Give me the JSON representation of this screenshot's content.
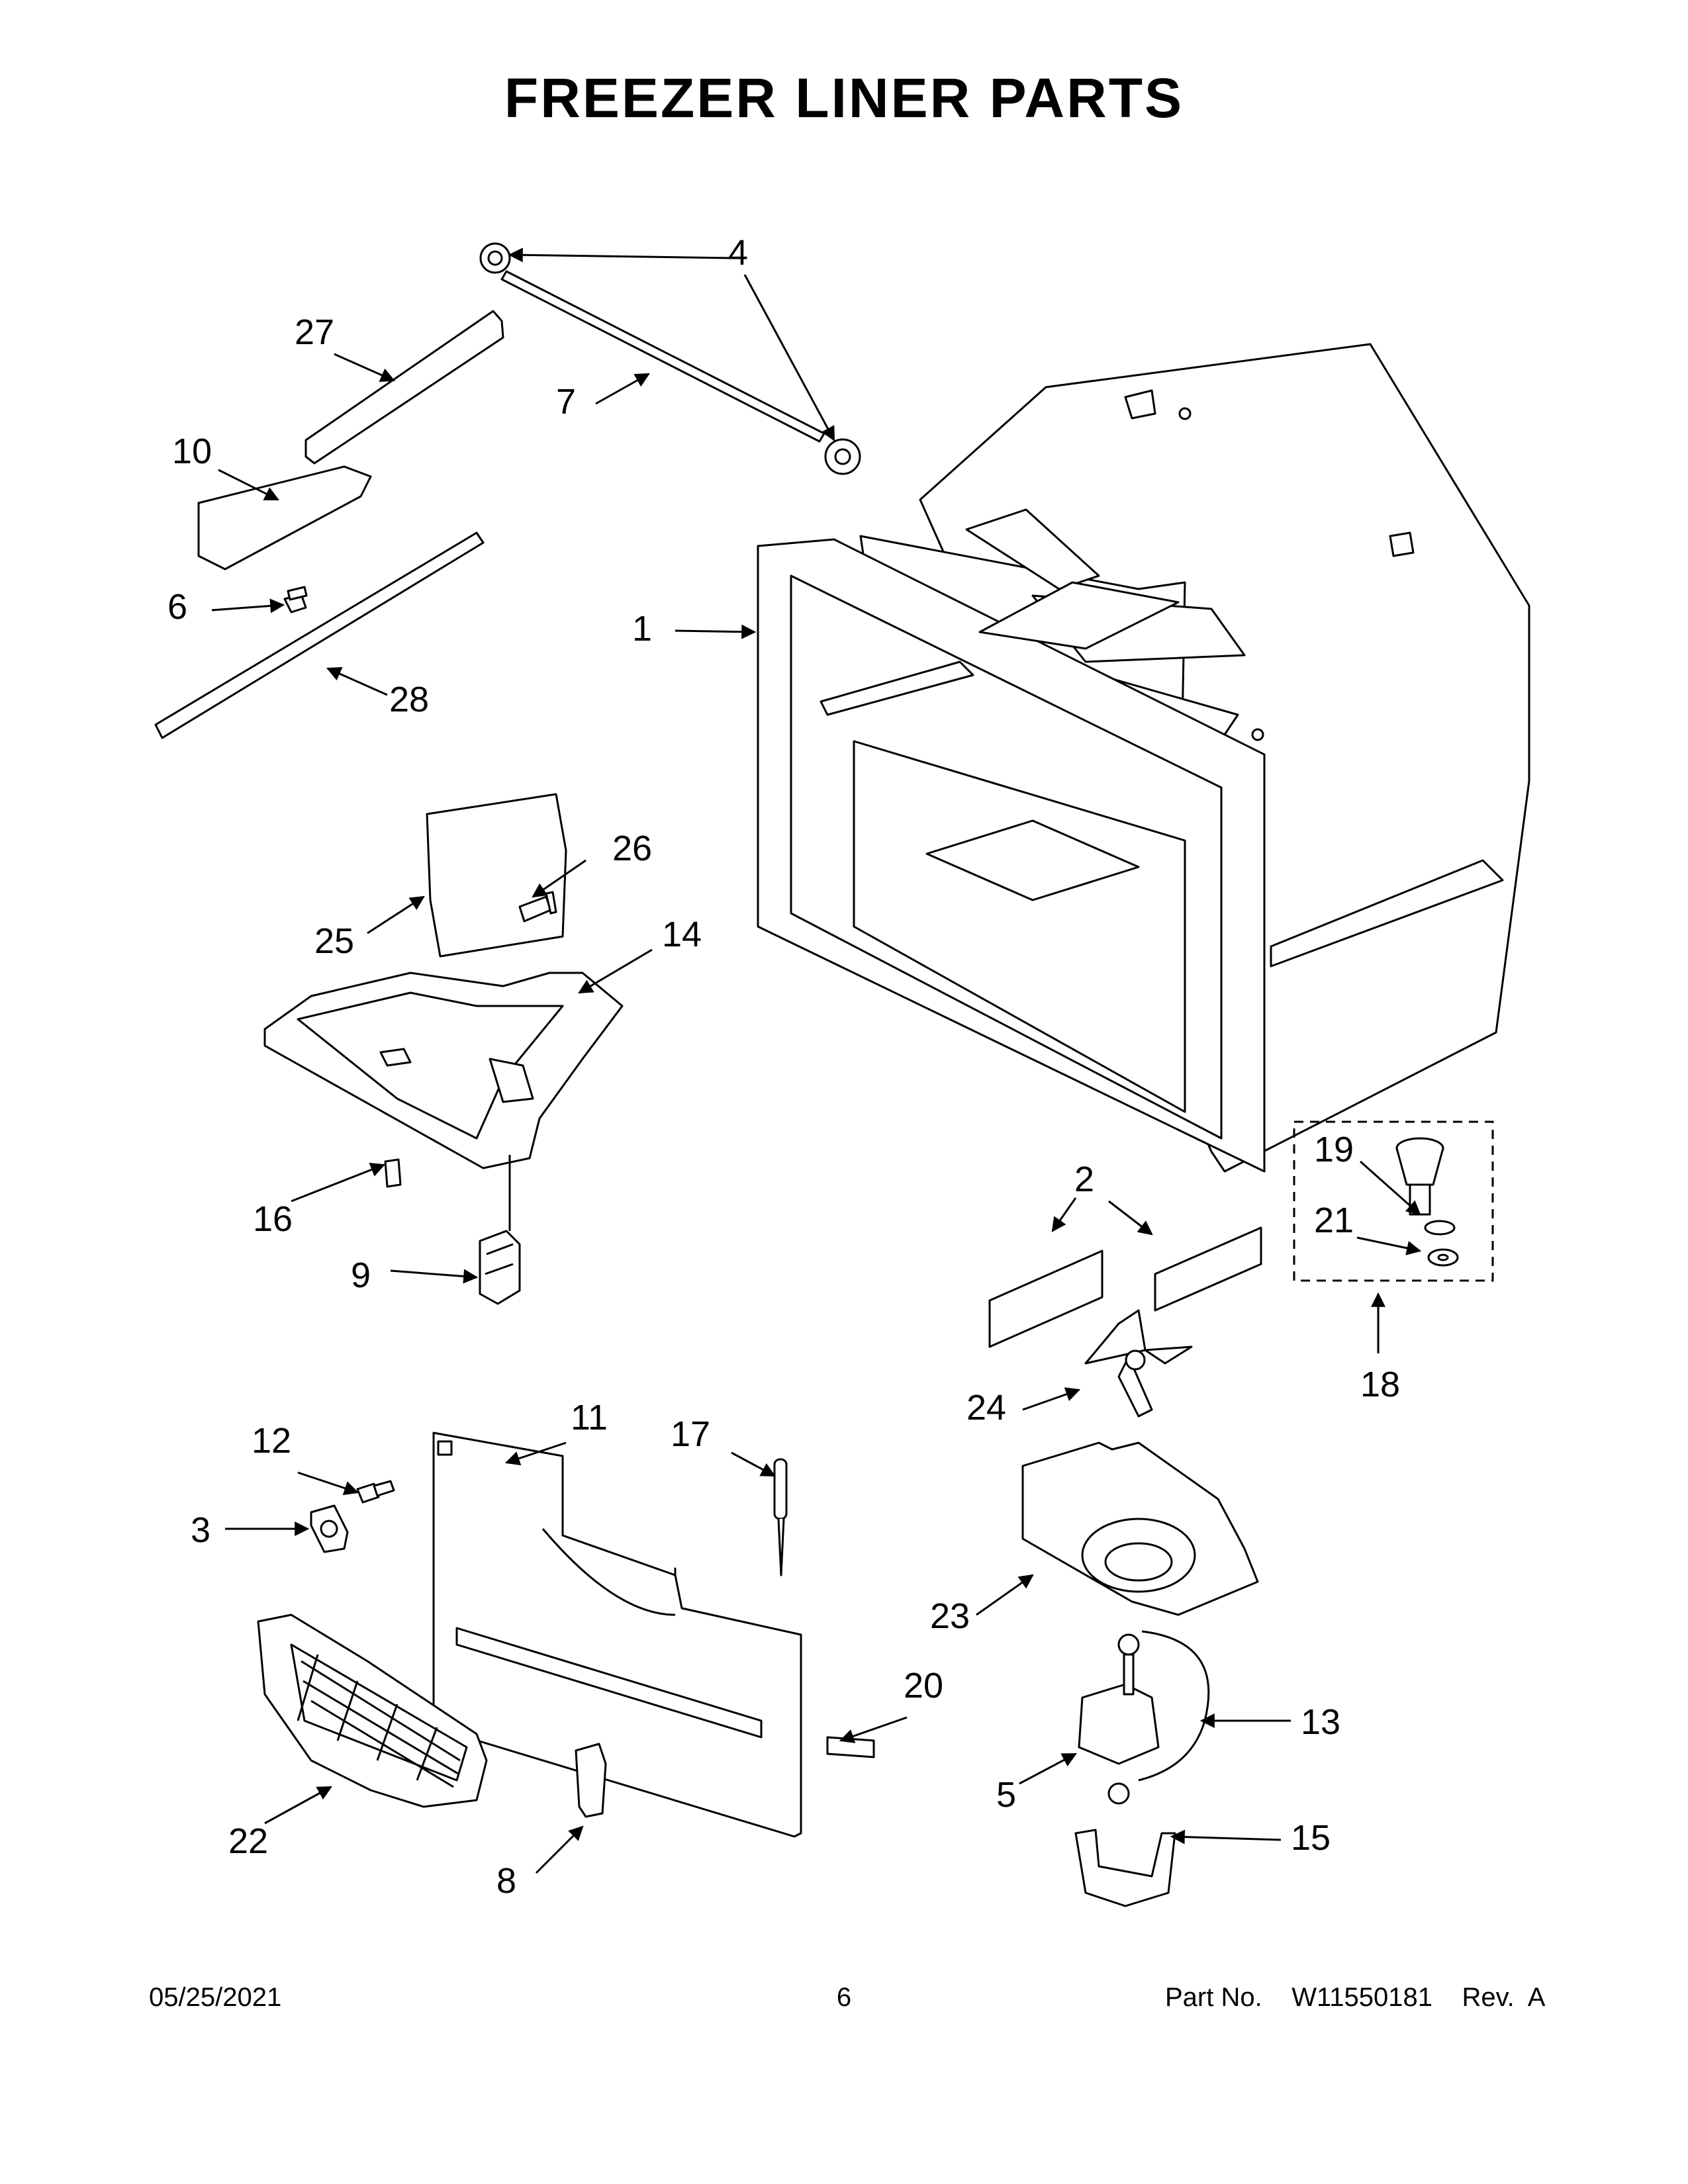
{
  "title": "FREEZER LINER PARTS",
  "footer": {
    "date": "05/25/2021",
    "page": "6",
    "part_label": "Part No.",
    "part_number": "W11550181",
    "revision": "Rev.  A"
  },
  "callouts": {
    "c1": "1",
    "c2": "2",
    "c3": "3",
    "c4": "4",
    "c5": "5",
    "c6": "6",
    "c7": "7",
    "c8": "8",
    "c9": "9",
    "c10": "10",
    "c11": "11",
    "c12": "12",
    "c13": "13",
    "c14": "14",
    "c15": "15",
    "c16": "16",
    "c17": "17",
    "c18": "18",
    "c19": "19",
    "c20": "20",
    "c21": "21",
    "c22": "22",
    "c23": "23",
    "c24": "24",
    "c25": "25",
    "c26": "26",
    "c27": "27",
    "c28": "28"
  }
}
